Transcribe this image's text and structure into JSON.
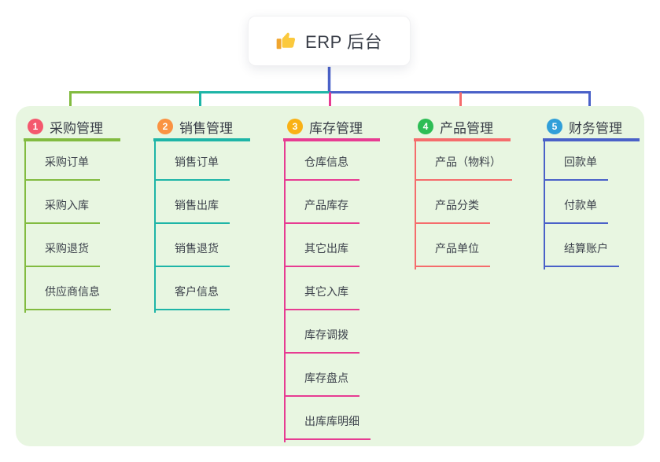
{
  "root": {
    "title": "ERP 后台",
    "icon": "thumbs-up-icon"
  },
  "branches": [
    {
      "key": "purchase",
      "badge": "1",
      "label": "采购管理",
      "badge_color": "#f4586e",
      "line_color": "#82bb40",
      "items": [
        "采购订单",
        "采购入库",
        "采购退货",
        "供应商信息"
      ]
    },
    {
      "key": "sales",
      "badge": "2",
      "label": "销售管理",
      "badge_color": "#fa9342",
      "line_color": "#1eb5a7",
      "items": [
        "销售订单",
        "销售出库",
        "销售退货",
        "客户信息"
      ]
    },
    {
      "key": "inventory",
      "badge": "3",
      "label": "库存管理",
      "badge_color": "#f9b115",
      "line_color": "#e73c92",
      "items": [
        "仓库信息",
        "产品库存",
        "其它出库",
        "其它入库",
        "库存调拨",
        "库存盘点",
        "出库库明细"
      ]
    },
    {
      "key": "product",
      "badge": "4",
      "label": "产品管理",
      "badge_color": "#2dbd55",
      "line_color": "#f56c6c",
      "items": [
        "产品（物料）",
        "产品分类",
        "产品单位"
      ]
    },
    {
      "key": "finance",
      "badge": "5",
      "label": "财务管理",
      "badge_color": "#309fd9",
      "line_color": "#4a61c8",
      "items": [
        "回款单",
        "付款单",
        "结算账户"
      ]
    }
  ],
  "colors": {
    "page_bg": "#ffffff",
    "panel_bg": "#e8f6e1",
    "text": "#3c414b",
    "root_connector": "#4a61c8",
    "icon_gold": "#fbc93d",
    "icon_gold_dark": "#f0a52e"
  }
}
